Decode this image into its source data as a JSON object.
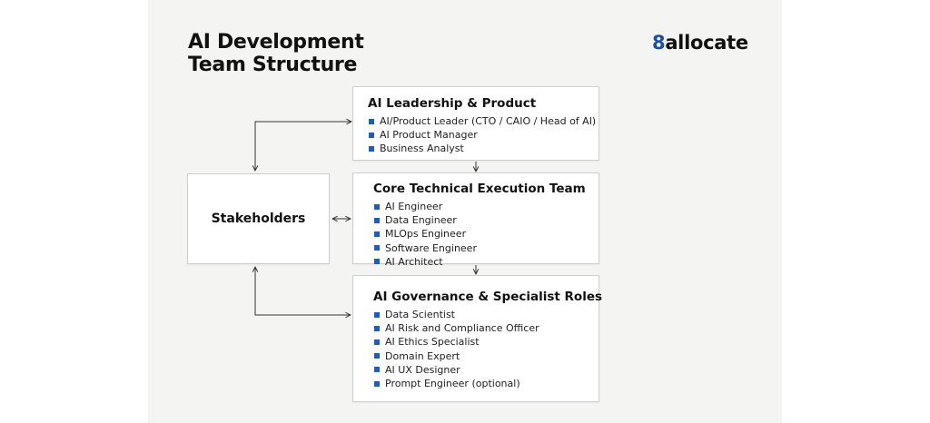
{
  "header": {
    "title_line1": "AI Development",
    "title_line2": "Team Structure"
  },
  "logo": {
    "number": "8",
    "text": "allocate",
    "accent_color": "#1e4e9e"
  },
  "stakeholders": {
    "label": "Stakeholders"
  },
  "groups": [
    {
      "title": "AI Leadership & Product",
      "roles": [
        "AI/Product Leader (CTO / CAIO / Head of AI)",
        "AI Product Manager",
        "Business Analyst"
      ]
    },
    {
      "title": "Core Technical Execution Team",
      "roles": [
        "AI Engineer",
        "Data Engineer",
        "MLOps Engineer",
        "Software Engineer",
        "AI Architect"
      ]
    },
    {
      "title": "AI Governance & Specialist Roles",
      "roles": [
        "Data Scientist",
        "AI Risk and Compliance Officer",
        "AI Ethics Specialist",
        "Domain Expert",
        "AI UX Designer",
        "Prompt Engineer (optional)"
      ]
    }
  ],
  "colors": {
    "bullet": "#1e5fb4",
    "border": "#cfcfcf",
    "background": "#f4f4f2"
  },
  "connectors": [
    "stakeholders-to-leadership",
    "leadership-to-core",
    "core-to-governance",
    "stakeholders-core-bidirectional",
    "governance-to-stakeholders"
  ]
}
